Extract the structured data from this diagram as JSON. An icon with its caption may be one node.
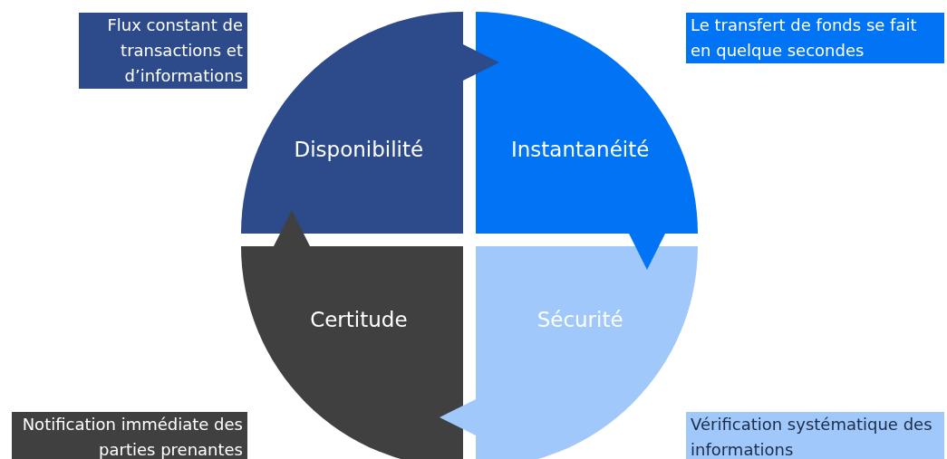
{
  "diagram": {
    "nodes": [
      {
        "text": [
          "Disponibilité"
        ]
      },
      {
        "text": [
          "Instantanéité"
        ]
      },
      {
        "text": [
          "Sécurité"
        ]
      },
      {
        "text": [
          "Certitude"
        ]
      },
      {
        "text": [
          "Flux constant de transactions et d’informations"
        ]
      },
      {
        "text": [
          "Le transfert de fonds se fait en quelque secondes"
        ]
      },
      {
        "text": [
          "Vérification systématique des informations"
        ]
      },
      {
        "text": [
          "Notification immédiate des parties prenantes"
        ]
      }
    ],
    "edges": [
      {
        "from": 0,
        "to": 1,
        "arrow": "to",
        "color": "#2d4b8a"
      },
      {
        "from": 1,
        "to": 2,
        "arrow": "to",
        "color": "#0074f5"
      },
      {
        "from": 2,
        "to": 3,
        "arrow": "to",
        "color": "#a0c8fa"
      },
      {
        "from": 3,
        "to": 0,
        "arrow": "to",
        "color": "#404040"
      }
    ]
  }
}
